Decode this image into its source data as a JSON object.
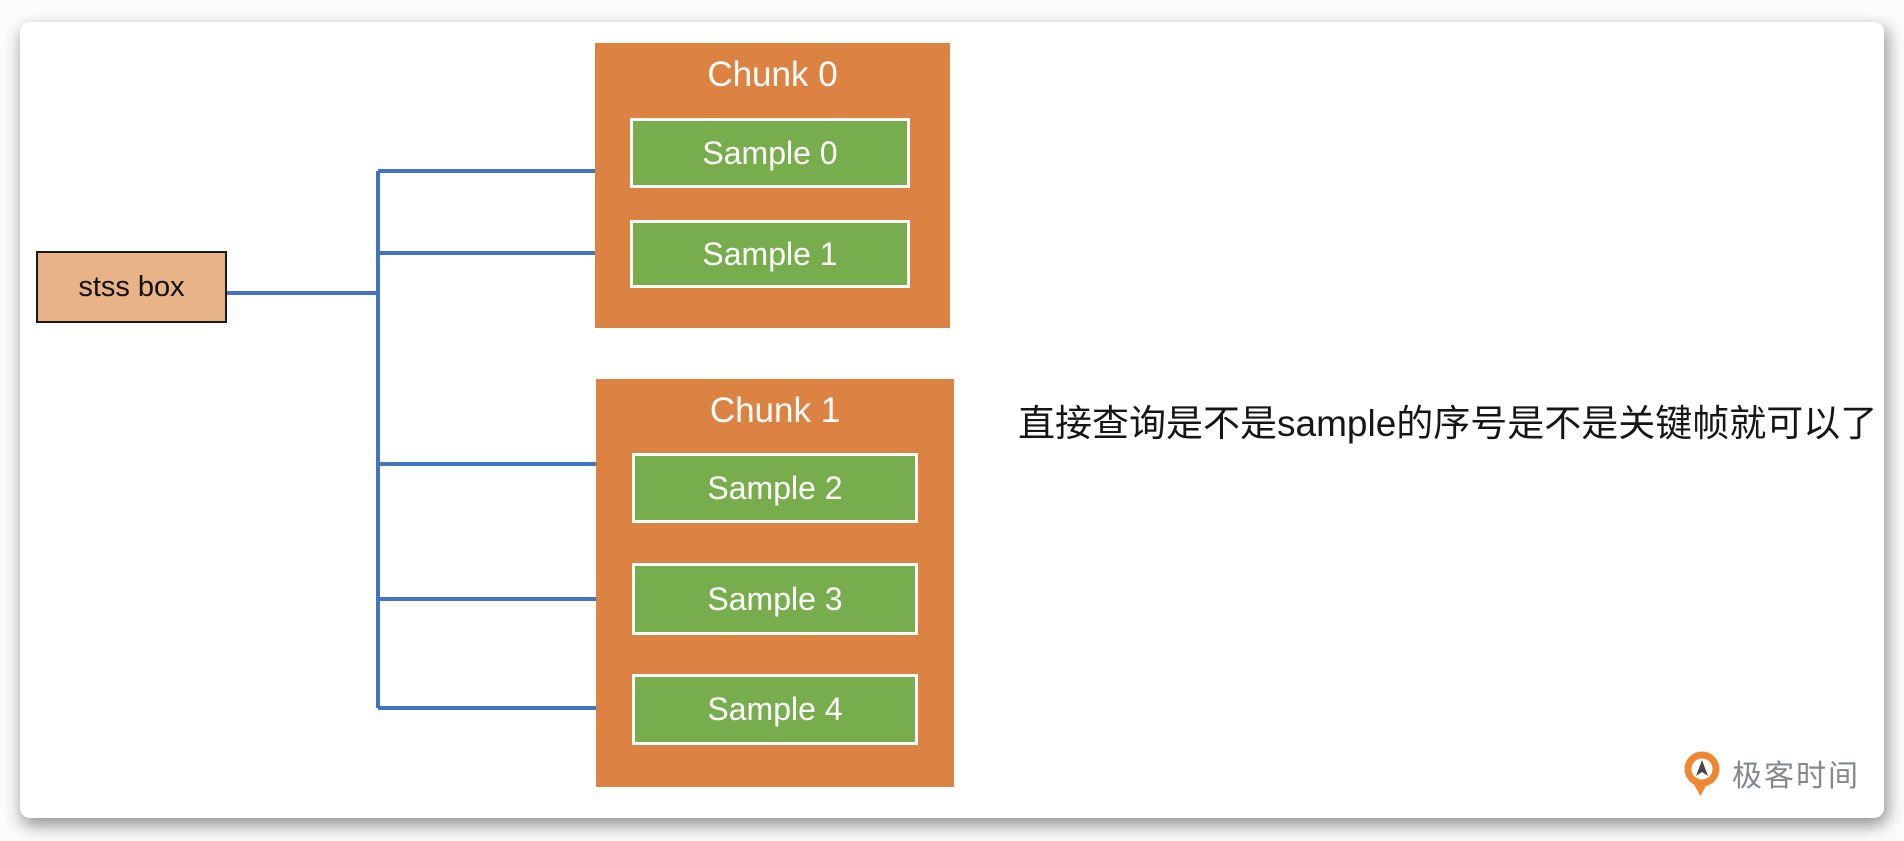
{
  "diagram": {
    "stss_box": {
      "label": "stss box"
    },
    "chunks": [
      {
        "title": "Chunk 0",
        "samples": [
          {
            "label": "Sample 0"
          },
          {
            "label": "Sample 1"
          }
        ]
      },
      {
        "title": "Chunk 1",
        "samples": [
          {
            "label": "Sample 2"
          },
          {
            "label": "Sample 3"
          },
          {
            "label": "Sample 4"
          }
        ]
      }
    ],
    "annotation": "直接查询是不是sample的序号是不是关键帧就可以了"
  },
  "branding": {
    "logo_text": "极客时间",
    "logo_icon": "geektime-q-icon"
  },
  "colors": {
    "chunk_fill": "#dc8343",
    "sample_fill": "#77ad4d",
    "sample_border": "#ffffff",
    "stss_fill": "#e9b388",
    "stss_border": "#1a1a1a",
    "connector_blue": "#4472c4",
    "logo_orange": "#ee8633",
    "logo_text_gray": "#84878c",
    "card_background": "#ffffff"
  }
}
